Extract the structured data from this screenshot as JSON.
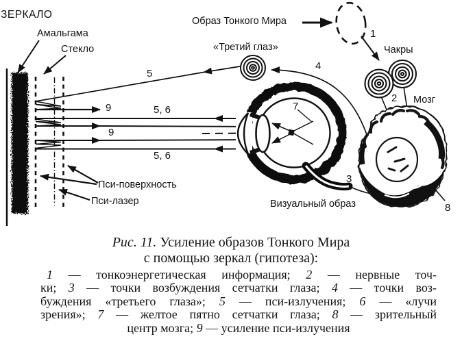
{
  "figure": {
    "labels": {
      "mirror": "ЗЕРКАЛО",
      "amalgam": "Амальгама",
      "glass": "Стекло",
      "subtle_world_image": "Образ Тонкого Мира",
      "third_eye": "«Третий глаз»",
      "chakras": "Чакры",
      "brain": "Мозг",
      "psi_surface": "Пси-поверхность",
      "psi_laser": "Пси-лазер",
      "visual_image": "Визуальный образ"
    },
    "numbers": {
      "n1": "1",
      "n2": "2",
      "n3": "3",
      "n4": "4",
      "n5": "5",
      "n56_top": "5, 6",
      "n56_bottom": "5, 6",
      "n7": "7",
      "n8": "8",
      "n9_top": "9",
      "n9_mid": "9"
    },
    "ink_color": "#111111",
    "background_color": "#ffffff"
  },
  "caption": {
    "fig_ref": "Рис. 11.",
    "title_line1": " Усиление образов Тонкого Мира",
    "title_line2": "с помощью зеркал (гипотеза):"
  },
  "legend": {
    "lines": [
      [
        "1",
        " — тонкоэнергетическая информация; ",
        "2",
        " — нервные точ-"
      ],
      [
        "ки; ",
        "3",
        " — точки возбуждения сетчатки глаза; ",
        "4",
        " — точки воз-"
      ],
      [
        "буждения «третьего глаза»; ",
        "5",
        " — пси-излучения; ",
        "6",
        " — «лучи"
      ],
      [
        "зрения»; ",
        "7",
        " — желтое пятно сетчатки глаза; ",
        "8",
        " — зрительный"
      ],
      [
        "центр мозга; ",
        "9",
        " — усиление пси-излучения"
      ]
    ]
  }
}
